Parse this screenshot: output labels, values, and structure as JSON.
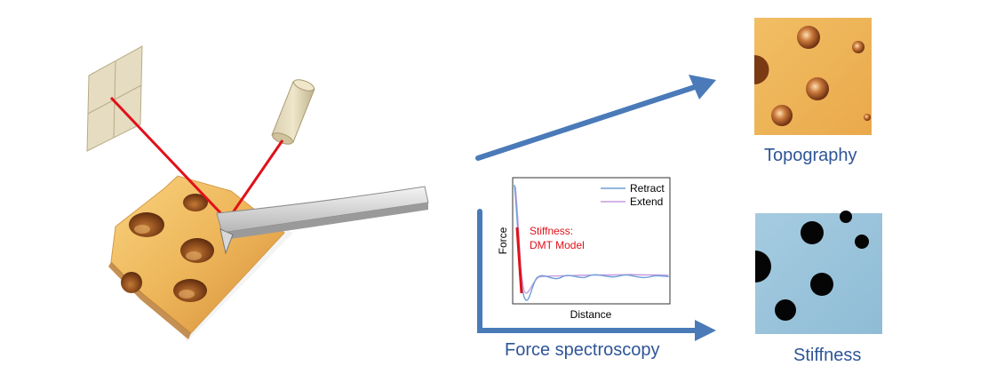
{
  "labels": {
    "topography": "Topography",
    "stiffness": "Stiffness",
    "force_spectroscopy": "Force spectroscopy"
  },
  "plot": {
    "xlabel": "Distance",
    "ylabel": "Force",
    "legend_retract": "Retract",
    "legend_extend": "Extend",
    "annotation_line1": "Stiffness:",
    "annotation_line2": "DMT Model"
  },
  "colors": {
    "arrow": "#4a7ab8",
    "laser": "#e0111a",
    "retract": "#6f9fd8",
    "extend": "#c59ce0",
    "annotation": "#e0111a",
    "label": "#2e5597"
  }
}
